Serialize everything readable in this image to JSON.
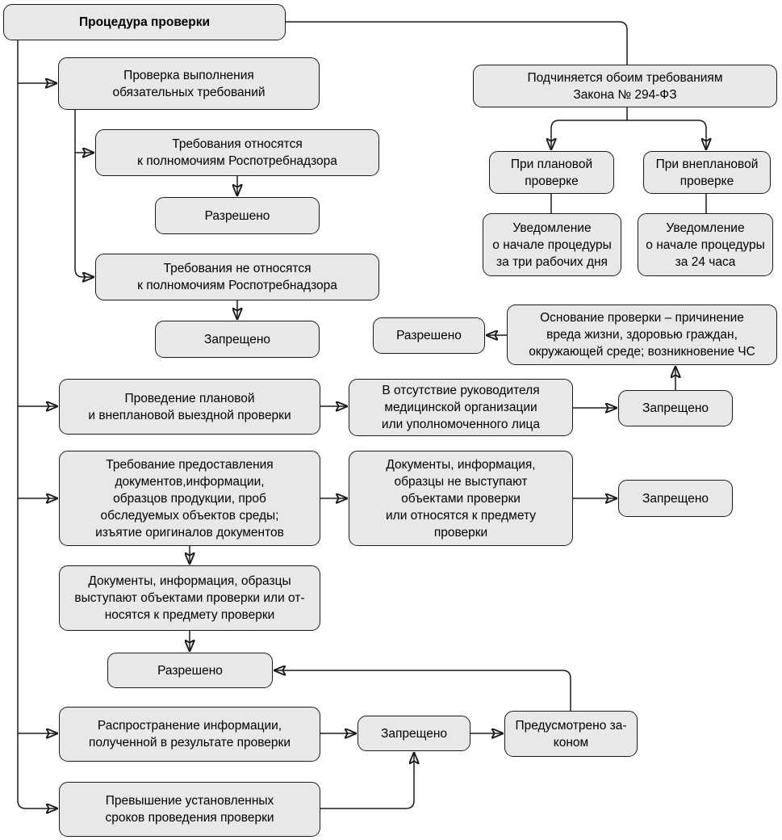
{
  "diagram_title": "Процедура проверки",
  "nodes": {
    "procedure": "Процедура проверки",
    "compliance_check": "Проверка выполнения\nобязательных требований",
    "req_within": "Требования относятся\nк полномочиям Роспотребнадзора",
    "allowed1": "Разрешено",
    "req_outside": "Требования не относятся\nк полномочиям Роспотребнадзора",
    "forbidden1": "Запрещено",
    "law294": "Подчиняется обоим требованиям\nЗакона № 294-ФЗ",
    "planned": "При плановой\nпроверке",
    "unplanned": "При внеплановой\nпроверке",
    "notice_3days": "Уведомление\nо начале процедуры\nза три рабочих дня",
    "notice_24h": "Уведомление\nо начале процедуры\nза 24 часа",
    "allowed2": "Разрешено",
    "grounds": "Основание проверки – причинение\nвреда жизни, здоровью граждан,\nокружающей среде; возникновение ЧС",
    "onsite_check": "Проведение плановой\nи внеплановой выездной проверки",
    "absence_head": "В отсутствие руководителя\nмедицинской организации\nили уполномоченного лица",
    "forbidden2": "Запрещено",
    "request_docs": "Требование предоставления\nдокументов,информации,\nобразцов продукции, проб\nобследуемых объектов среды;\nизъятие оригиналов документов",
    "docs_not_objects": "Документы, информация,\nобразцы не выступают\nобъектами проверки\nили относятся к предмету\nпроверки",
    "forbidden3": "Запрещено",
    "docs_objects": "Документы, информация, образцы\nвыступают объектами проверки или от-\nносятся к предмету проверки",
    "allowed3": "Разрешено",
    "spread_info": "Распространение информации,\nполученной в результате проверки",
    "forbidden4": "Запрещено",
    "provided_by_law": "Предусмотрено за-\nконом",
    "exceed_terms": "Превышение установленных\nсроков проведения проверки"
  },
  "colors": {
    "node_fill": "#e8e8e8",
    "node_border": "#1a1a1a",
    "background": "#ffffff"
  }
}
